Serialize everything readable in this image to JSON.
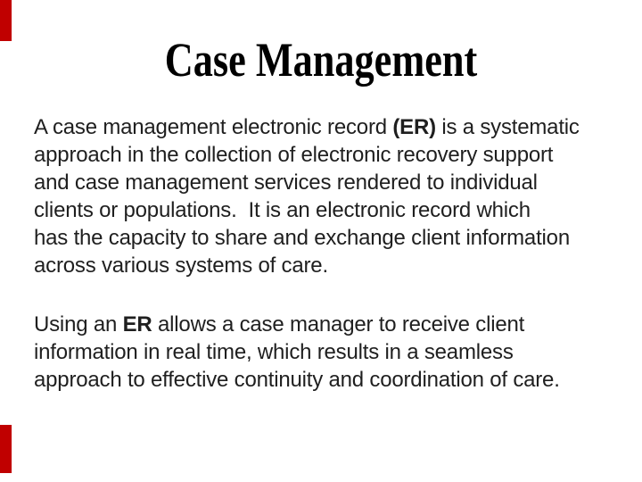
{
  "slide": {
    "title": "Case Management",
    "background_color": "#FFFFFF",
    "title_color": "#000000",
    "body_color": "#1F1F1F",
    "accent_color": "#C00000",
    "paragraphs": [
      {
        "lines": [
          [
            {
              "t": "A case management electronic record "
            },
            {
              "t": "(ER)",
              "b": true
            },
            {
              "t": " is a systematic"
            }
          ],
          [
            {
              "t": "approach in the collection of electronic recovery support"
            }
          ],
          [
            {
              "t": "and case management services rendered to individual"
            }
          ],
          [
            {
              "t": "clients or populations.  It is an electronic record which"
            }
          ],
          [
            {
              "t": "has the capacity to share and exchange client information"
            }
          ],
          [
            {
              "t": "across various systems of care."
            }
          ]
        ]
      },
      {
        "lines": [
          [
            {
              "t": "Using an "
            },
            {
              "t": "ER",
              "b": true
            },
            {
              "t": " allows a case manager to receive client"
            }
          ],
          [
            {
              "t": "information in real time, which results in a seamless"
            }
          ],
          [
            {
              "t": "approach to effective continuity and coordination of care."
            }
          ]
        ]
      }
    ]
  }
}
